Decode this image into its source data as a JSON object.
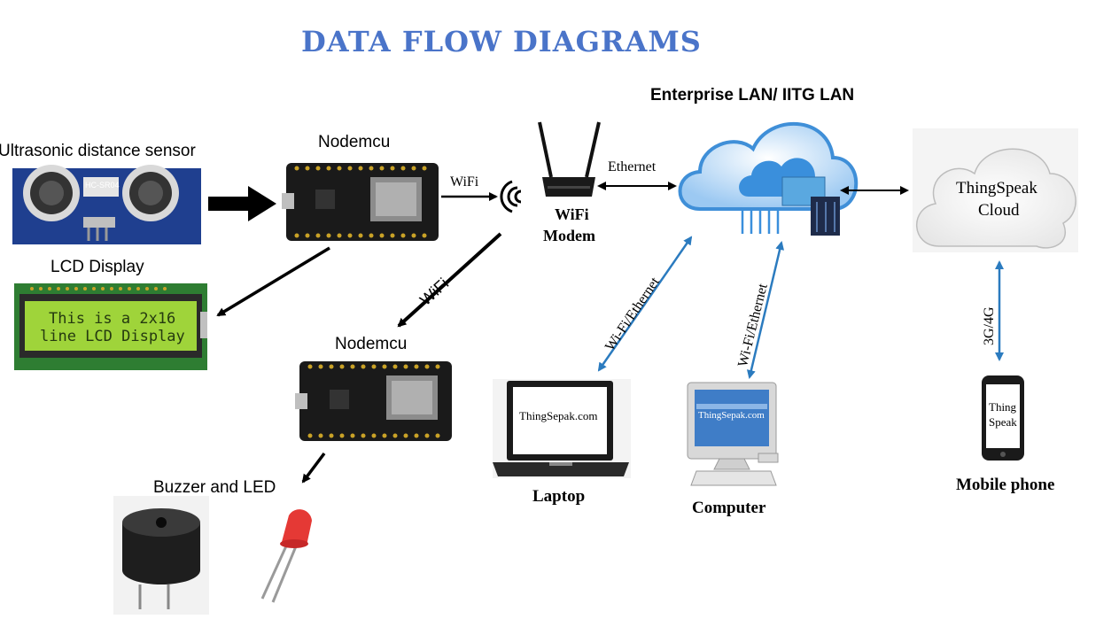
{
  "title": "DATA FLOW DIAGRAMS",
  "nodes": {
    "sensor": "Ultrasonic distance sensor",
    "sensor_chip_label": "HC-SR04",
    "nodemcu_top": "Nodemcu",
    "nodemcu_bottom": "Nodemcu",
    "lcd": "LCD Display",
    "lcd_line1": "This is a 2x16",
    "lcd_line2": "line LCD Display",
    "buzzer_led": "Buzzer and LED",
    "modem_line1": "WiFi",
    "modem_line2": "Modem",
    "lan": "Enterprise LAN/ IITG LAN",
    "cloud_line1": "ThingSpeak",
    "cloud_line2": "Cloud",
    "laptop": "Laptop",
    "laptop_screen": "ThingSepak.com",
    "computer": "Computer",
    "computer_screen": "ThingSepak.com",
    "mobile": "Mobile phone",
    "mobile_screen_line1": "Thing",
    "mobile_screen_line2": "Speak"
  },
  "edges": {
    "wifi_to_modem": "WiFi",
    "wifi_to_node2": "WiFi",
    "ethernet": "Ethernet",
    "laptop_link": "Wi-Fi/Ethernet",
    "computer_link": "Wi-Fi/Ethernet",
    "mobile_link": "3G/4G"
  },
  "colors": {
    "title": "#4a74c9",
    "link_blue": "#2b7bbf",
    "pcb": "#1a1a1a",
    "lcd_green": "#9fd43a"
  }
}
